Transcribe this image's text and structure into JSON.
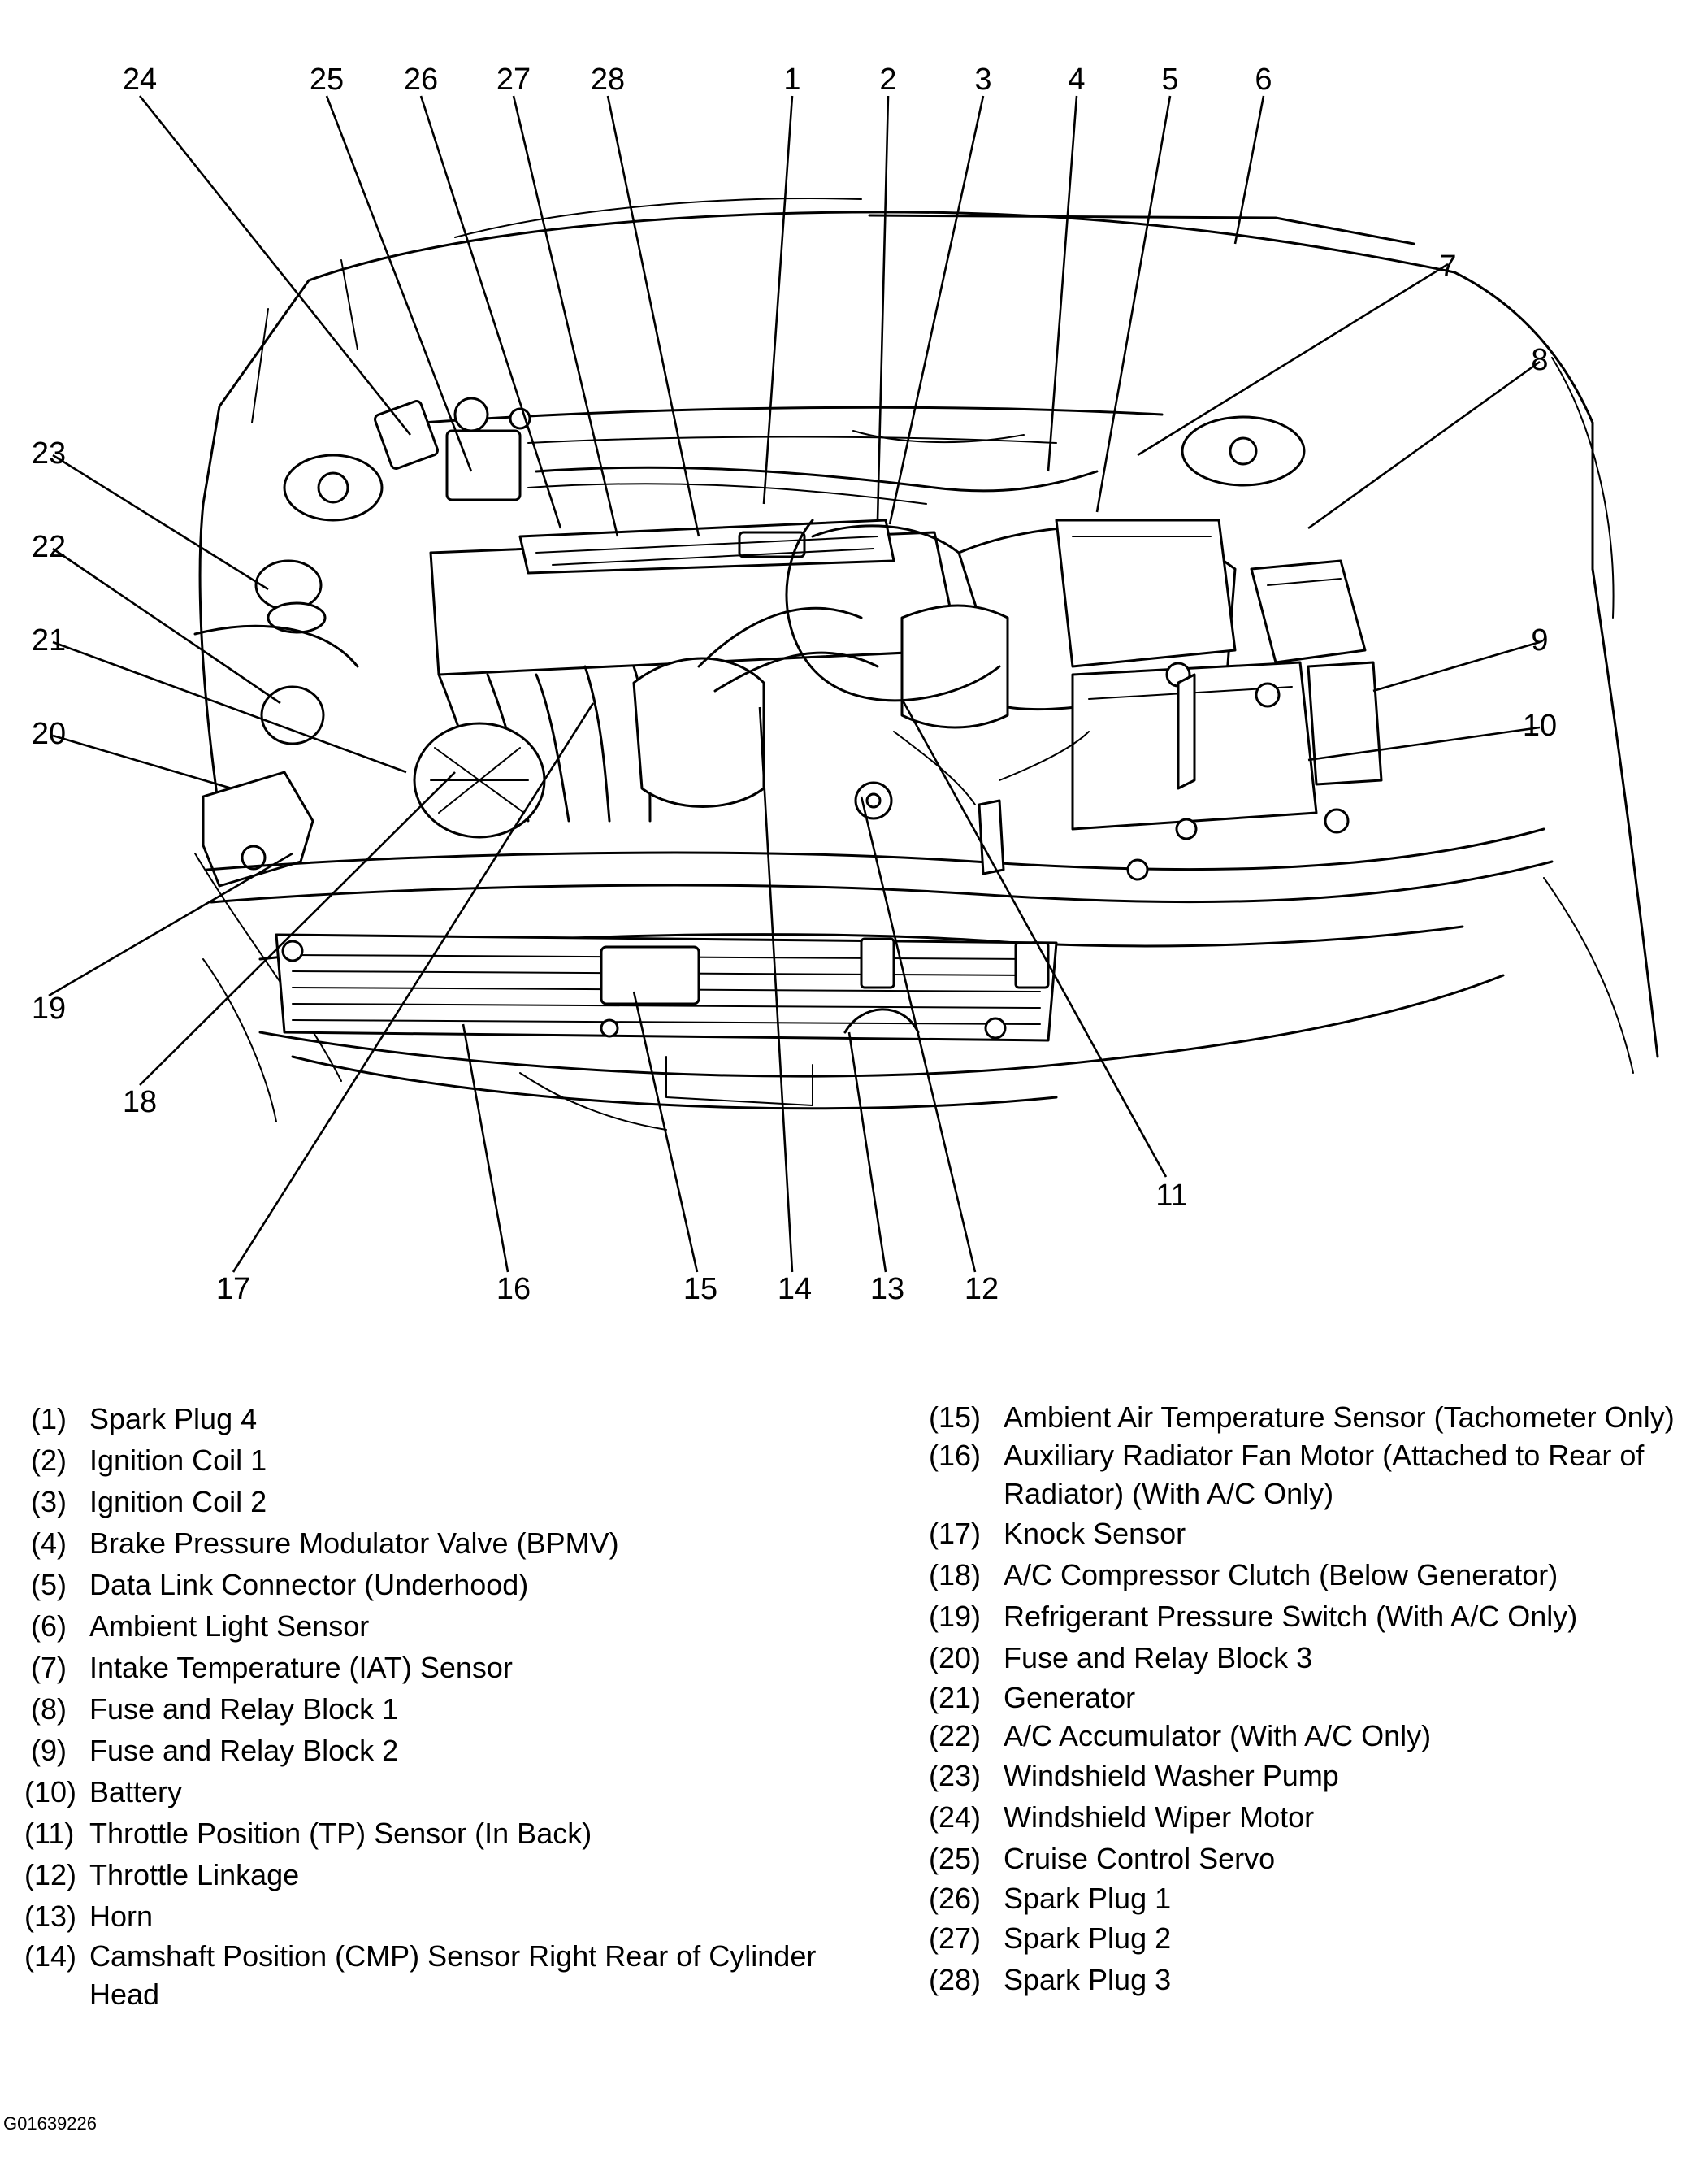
{
  "callouts": [
    "1",
    "2",
    "3",
    "4",
    "5",
    "6",
    "7",
    "8",
    "9",
    "10",
    "11",
    "12",
    "13",
    "14",
    "15",
    "16",
    "17",
    "18",
    "19",
    "20",
    "21",
    "22",
    "23",
    "24",
    "25",
    "26",
    "27",
    "28"
  ],
  "legend_left": [
    {
      "num": "(1)",
      "label": "Spark Plug 4"
    },
    {
      "num": "(2)",
      "label": "Ignition Coil 1"
    },
    {
      "num": "(3)",
      "label": "Ignition Coil 2"
    },
    {
      "num": "(4)",
      "label": "Brake Pressure Modulator Valve (BPMV)"
    },
    {
      "num": "(5)",
      "label": "Data Link Connector (Underhood)"
    },
    {
      "num": "(6)",
      "label": "Ambient Light Sensor"
    },
    {
      "num": "(7)",
      "label": "Intake Temperature (IAT) Sensor"
    },
    {
      "num": "(8)",
      "label": "Fuse and Relay Block 1"
    },
    {
      "num": "(9)",
      "label": "Fuse and Relay Block 2"
    },
    {
      "num": "(10)",
      "label": "Battery"
    },
    {
      "num": "(11)",
      "label": "Throttle Position (TP) Sensor (In Back)"
    },
    {
      "num": "(12)",
      "label": "Throttle Linkage"
    },
    {
      "num": "(13)",
      "label": "Horn"
    },
    {
      "num": "(14)",
      "label": "Camshaft Position (CMP) Sensor Right Rear of Cylinder Head"
    }
  ],
  "legend_right": [
    {
      "num": "(15)",
      "label": "Ambient Air Temperature Sensor (Tachometer Only)"
    },
    {
      "num": "(16)",
      "label": "Auxiliary Radiator Fan Motor (Attached to Rear of Radiator) (With A/C Only)"
    },
    {
      "num": "(17)",
      "label": "Knock Sensor"
    },
    {
      "num": "(18)",
      "label": "A/C Compressor Clutch (Below Generator)"
    },
    {
      "num": "(19)",
      "label": "Refrigerant Pressure Switch (With A/C Only)"
    },
    {
      "num": "(20)",
      "label": "Fuse and Relay Block 3"
    },
    {
      "num": "(21)",
      "label": "Generator"
    },
    {
      "num": "(22)",
      "label": "A/C Accumulator (With A/C Only)"
    },
    {
      "num": "(23)",
      "label": "Windshield Washer Pump"
    },
    {
      "num": "(24)",
      "label": "Windshield Wiper Motor"
    },
    {
      "num": "(25)",
      "label": "Cruise Control Servo"
    },
    {
      "num": "(26)",
      "label": "Spark Plug 1"
    },
    {
      "num": "(27)",
      "label": "Spark Plug 2"
    },
    {
      "num": "(28)",
      "label": "Spark Plug 3"
    }
  ],
  "figure_id": "G01639226"
}
